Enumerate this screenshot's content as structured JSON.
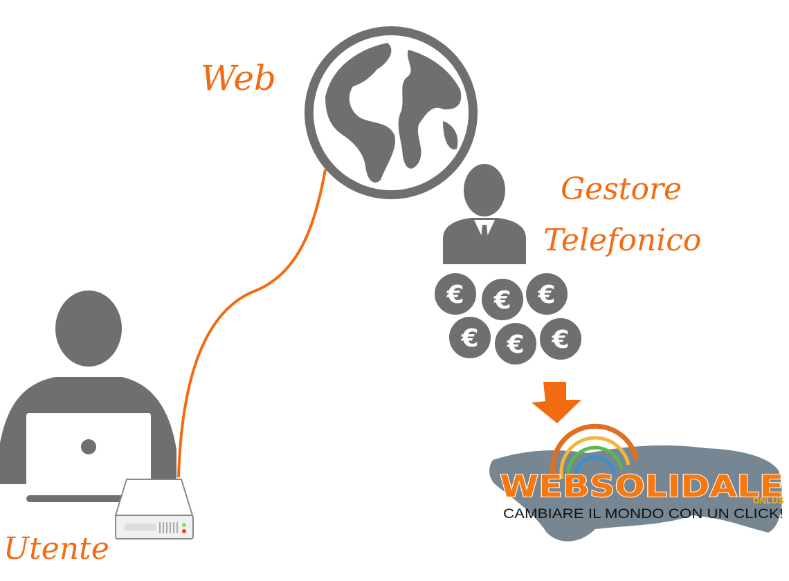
{
  "labels": {
    "web": "Web",
    "gestore_line1": "Gestore",
    "gestore_line2": "Telefonico",
    "utente": "Utente"
  },
  "coins": {
    "symbol": "€",
    "count": 6
  },
  "logo": {
    "name": "WEBSOLIDALE",
    "sub": "ONLUS",
    "tagline": "CAMBIARE IL MONDO CON UN CLICK!"
  },
  "colors": {
    "accent": "#f26b10",
    "icon_gray": "#6f6e71"
  }
}
